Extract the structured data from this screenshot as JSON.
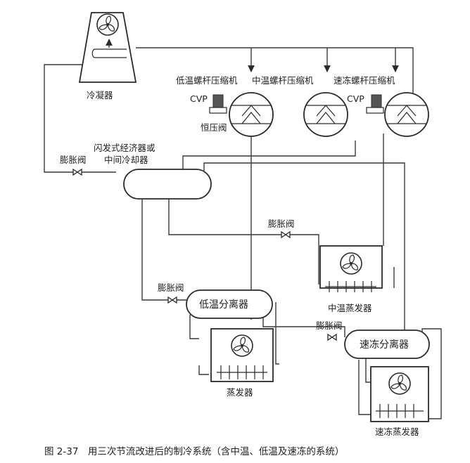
{
  "labels": {
    "condenser": "冷凝器",
    "low_temp_screw": "低温螺杆压缩机",
    "mid_temp_screw": "中温螺杆压缩机",
    "quick_freeze_screw": "速冻螺杆压缩机",
    "cvp_left": "CVP",
    "cvp_right": "CVP",
    "constant_pressure_valve": "恒压阀",
    "flash_economizer_line1": "闪发式经济器或",
    "flash_economizer_line2": "中间冷却器",
    "expansion_valve_top": "膨胀阀",
    "expansion_valve_mid": "膨胀阀",
    "expansion_valve_low": "膨胀阀",
    "expansion_valve_right": "膨胀阀",
    "mid_temp_evaporator": "中温蒸发器",
    "low_temp_separator": "低温分离器",
    "quick_freeze_separator": "速冻分离器",
    "evaporator": "蒸发器",
    "quick_freeze_evaporator": "速冻蒸发器"
  },
  "caption": "图 2-37　用三次节流改进后的制冷系统（含中温、低温及速冻的系统）"
}
